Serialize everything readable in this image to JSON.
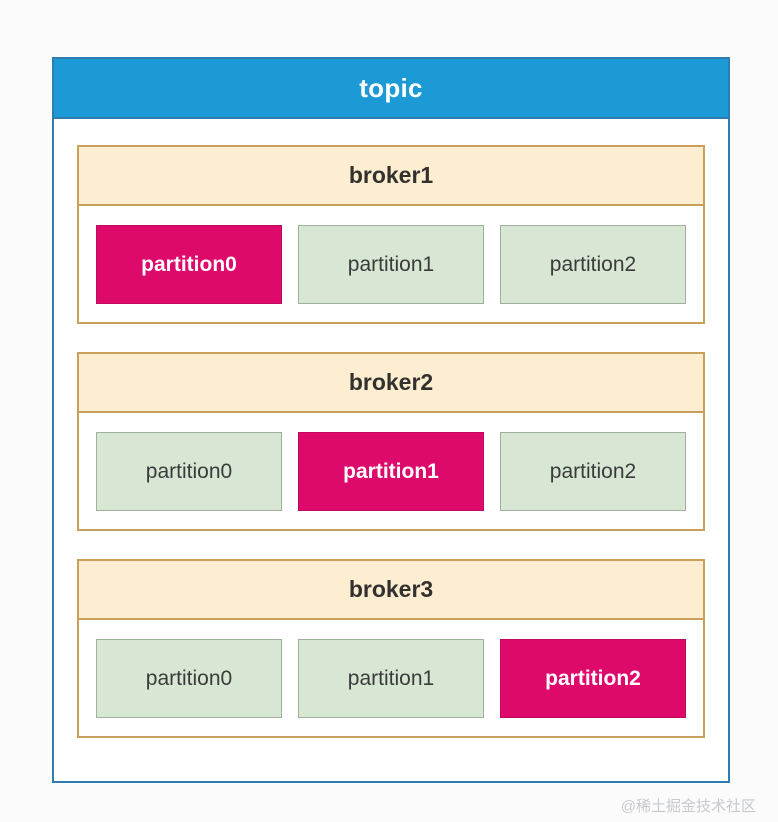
{
  "diagram": {
    "topic": {
      "title": "topic",
      "header_color": "#1c9ad6",
      "border_color": "#2f7cb2"
    },
    "legend_colors": {
      "leader_fill": "#dd0a6c",
      "leader_text": "#ffffff",
      "follower_fill": "#d7e7d3",
      "follower_border": "#9cb39a",
      "broker_header_fill": "#fdeed2",
      "broker_border": "#c9a05a"
    },
    "brokers": [
      {
        "label": "broker1",
        "partitions": [
          {
            "label": "partition0",
            "role": "leader"
          },
          {
            "label": "partition1",
            "role": "follower"
          },
          {
            "label": "partition2",
            "role": "follower"
          }
        ]
      },
      {
        "label": "broker2",
        "partitions": [
          {
            "label": "partition0",
            "role": "follower"
          },
          {
            "label": "partition1",
            "role": "leader"
          },
          {
            "label": "partition2",
            "role": "follower"
          }
        ]
      },
      {
        "label": "broker3",
        "partitions": [
          {
            "label": "partition0",
            "role": "follower"
          },
          {
            "label": "partition1",
            "role": "follower"
          },
          {
            "label": "partition2",
            "role": "leader"
          }
        ]
      }
    ]
  },
  "watermark": {
    "text": "@稀土掘金技术社区"
  }
}
